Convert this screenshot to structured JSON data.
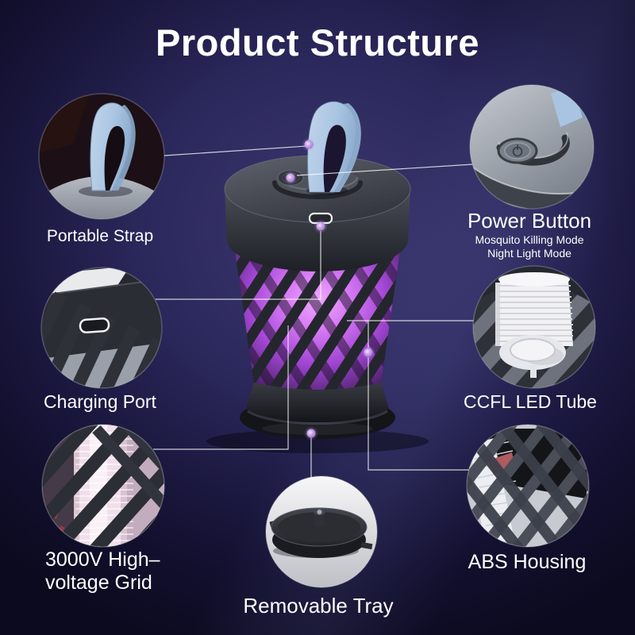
{
  "title": "Product Structure",
  "callouts": {
    "portable_strap": {
      "label": "Portable Strap"
    },
    "power_button": {
      "label": "Power Button",
      "sub1": "Mosquito Killing Mode",
      "sub2": "Night Light Mode"
    },
    "charging_port": {
      "label": "Charging Port"
    },
    "ccfl_led_tube": {
      "label": "CCFL LED Tube"
    },
    "high_voltage_grid": {
      "line1": "3000V High–",
      "line2": "voltage Grid"
    },
    "abs_housing": {
      "label": "ABS Housing"
    },
    "removable_tray": {
      "label": "Removable Tray"
    }
  },
  "colors": {
    "background_center": "#3c3870",
    "background_edge": "#0c0a1e",
    "uv_glow": "#cf6cf0",
    "strap_blue": "#a9c4e2",
    "text": "#ffffff",
    "connector_line": "#ffffff",
    "anchor_dot": "#c9a0e8"
  }
}
